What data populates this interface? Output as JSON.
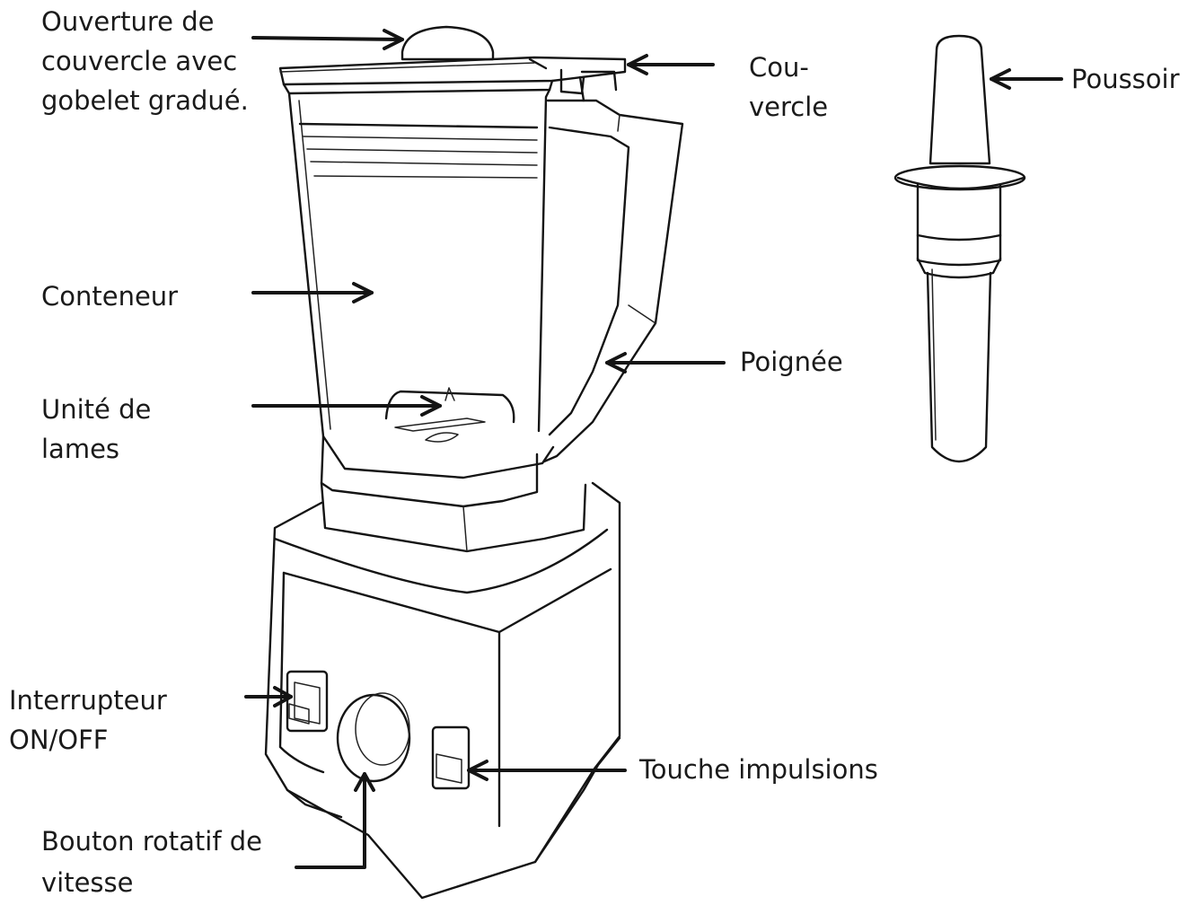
{
  "labels": {
    "lid_opening": [
      "Ouverture de",
      "couvercle avec",
      "gobelet gradué."
    ],
    "lid": [
      "Cou-",
      "vercle"
    ],
    "tamper": "Poussoir",
    "container": "Conteneur",
    "handle": "Poignée",
    "blade_unit": [
      "Unité de",
      "lames"
    ],
    "power_switch": [
      "Interrupteur",
      "ON/OFF"
    ],
    "pulse_button": "Touche impulsions",
    "speed_dial": [
      "Bouton rotatif de",
      "vitesse"
    ]
  }
}
